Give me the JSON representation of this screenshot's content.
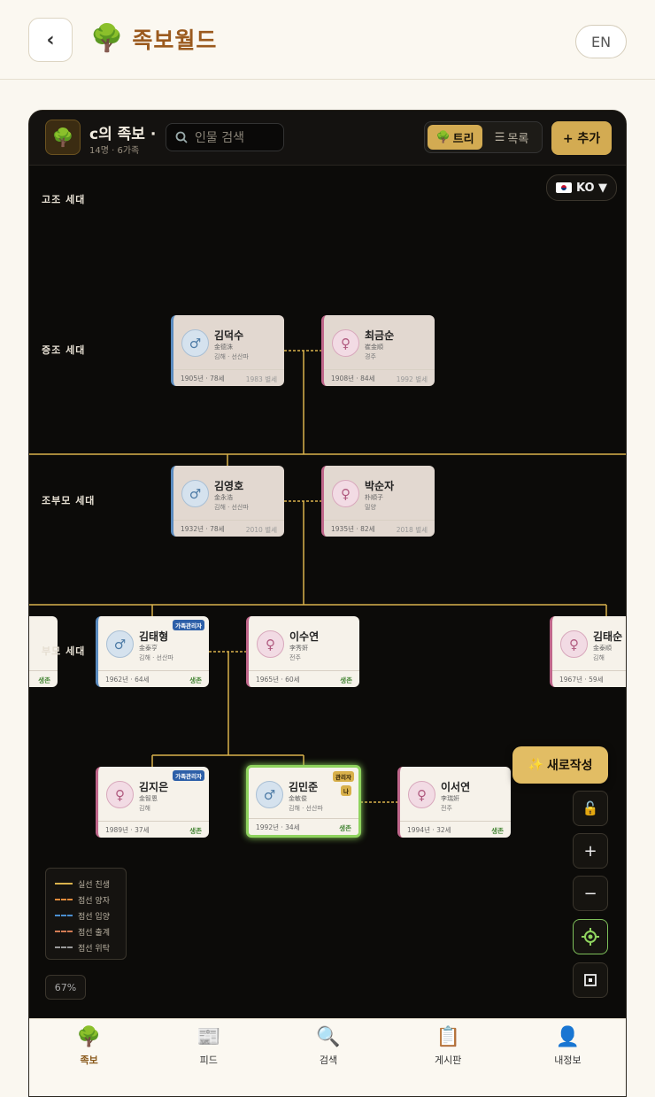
{
  "header": {
    "back_icon": "‹",
    "title_icon": "🌳",
    "title": "족보월드",
    "lang": "EN"
  },
  "toolbar": {
    "logo_icon": "🌳",
    "tree_title": "c의 족보 ·",
    "stats": "14명 · 6가족",
    "search_placeholder": "인물 검색",
    "view_tree": "트리",
    "view_list": "목록",
    "add_label": "+ 추가"
  },
  "lang_select": {
    "value": "KO ▼"
  },
  "generations": [
    "고조 세대",
    "증조 세대",
    "조부모 세대",
    "부모 세대"
  ],
  "people": [
    {
      "name": "김덕수",
      "hanja": "金德洙",
      "clan": "김해 · 선산파",
      "life": "1905년 · 78세",
      "right": "1983 별세"
    },
    {
      "name": "최금순",
      "hanja": "崔金順",
      "clan": "경주",
      "life": "1908년 · 84세",
      "right": "1992 별세"
    },
    {
      "name": "김영호",
      "hanja": "金永浩",
      "clan": "김해 · 선산파",
      "life": "1932년 · 78세",
      "right": "2010 별세"
    },
    {
      "name": "박순자",
      "hanja": "朴順子",
      "clan": "밀양",
      "life": "1935년 · 82세",
      "right": "2018 별세"
    },
    {
      "name": "",
      "hanja": "",
      "clan": "",
      "life": "",
      "right": "생존"
    },
    {
      "name": "김태형",
      "hanja": "金泰亨",
      "clan": "김해 · 선산파",
      "life": "1962년 · 64세",
      "right": "생존",
      "badge": "가족관리자"
    },
    {
      "name": "이수연",
      "hanja": "李秀姸",
      "clan": "전주",
      "life": "1965년 · 60세",
      "right": "생존"
    },
    {
      "name": "김태순",
      "hanja": "金泰順",
      "clan": "김해",
      "life": "1967년 · 59세",
      "right": ""
    },
    {
      "name": "김지은",
      "hanja": "金智恩",
      "clan": "김해",
      "life": "1989년 · 37세",
      "right": "생존",
      "badge": "가족관리자"
    },
    {
      "name": "김민준",
      "hanja": "金敏俊",
      "clan": "김해 · 선산파",
      "life": "1992년 · 34세",
      "right": "생존",
      "badge": "관리자",
      "badge2": "나"
    },
    {
      "name": "이서연",
      "hanja": "李瑞姸",
      "clan": "전주",
      "life": "1994년 · 32세",
      "right": "생존"
    }
  ],
  "legend": [
    {
      "label": "실선 친생",
      "color": "#d9b24c"
    },
    {
      "label": "점선 양자",
      "color": "#e08a3c"
    },
    {
      "label": "점선 입양",
      "color": "#4a8fd0"
    },
    {
      "label": "점선 출계",
      "color": "#d27b54"
    },
    {
      "label": "점선 위탁",
      "color": "#9a9a9a"
    }
  ],
  "controls": {
    "new_post": "새로작성",
    "new_post_icon": "✨",
    "lock_icon": "🔓",
    "zoom_in": "+",
    "zoom_out": "−",
    "zoom_level": "67%"
  },
  "nav": [
    {
      "label": "족보",
      "icon": "🌳"
    },
    {
      "label": "피드",
      "icon": "📰"
    },
    {
      "label": "검색",
      "icon": "🔍"
    },
    {
      "label": "게시판",
      "icon": "📋"
    },
    {
      "label": "내정보",
      "icon": "👤"
    }
  ],
  "colors": {
    "accent": "#d3ab52",
    "line": "#d9b24c",
    "me": "#8fd35e",
    "male": "#5a8bbf",
    "female": "#c0678b"
  }
}
